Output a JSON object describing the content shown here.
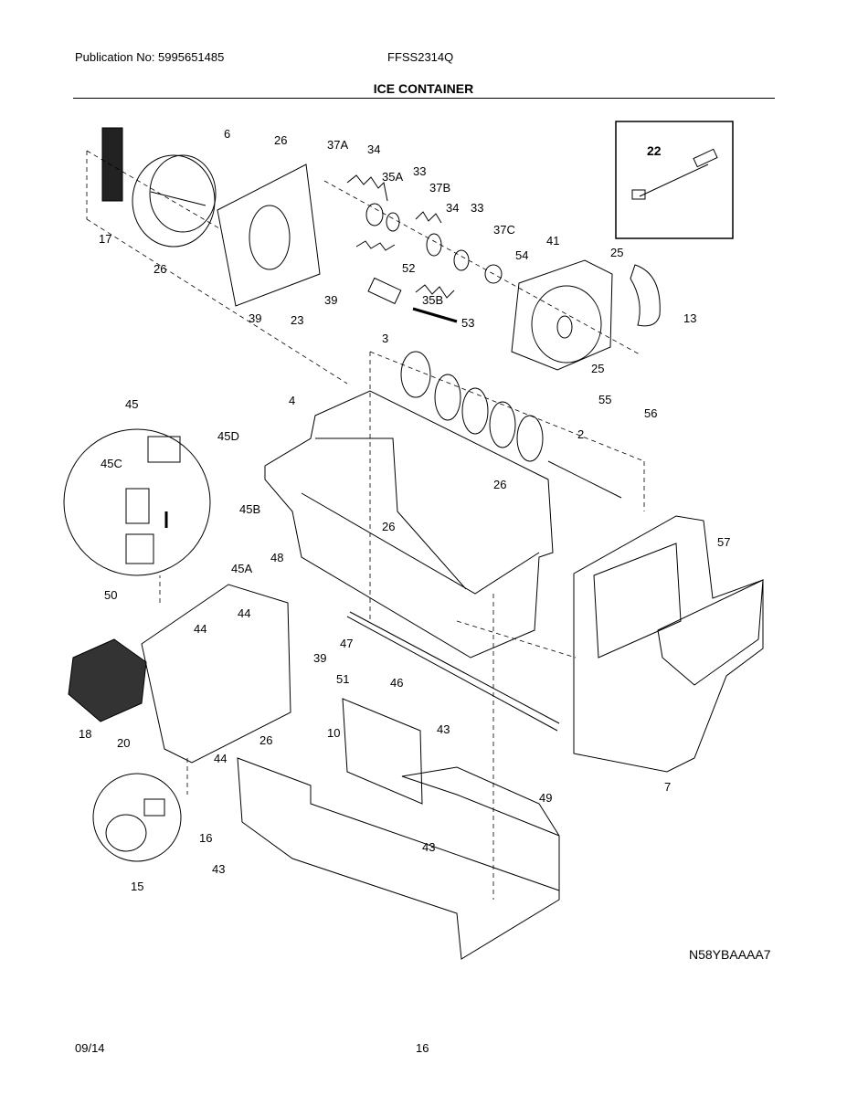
{
  "header": {
    "publication": "Publication No: 5995651485",
    "model": "FFSS2314Q",
    "section_title": "ICE CONTAINER"
  },
  "diagram": {
    "code": "N58YBAAAA7",
    "inset_part": "22",
    "parts": [
      "6",
      "26",
      "37A",
      "34",
      "35A",
      "33",
      "37B",
      "34",
      "33",
      "37C",
      "41",
      "25",
      "17",
      "54",
      "52",
      "26",
      "39",
      "39",
      "23",
      "35B",
      "53",
      "13",
      "3",
      "25",
      "55",
      "56",
      "4",
      "2",
      "45",
      "45D",
      "45C",
      "45B",
      "26",
      "26",
      "45A",
      "48",
      "57",
      "50",
      "44",
      "44",
      "39",
      "47",
      "51",
      "46",
      "18",
      "20",
      "44",
      "26",
      "10",
      "43",
      "7",
      "49",
      "16",
      "43",
      "43",
      "15"
    ]
  },
  "footer": {
    "date": "09/14",
    "page": "16"
  }
}
